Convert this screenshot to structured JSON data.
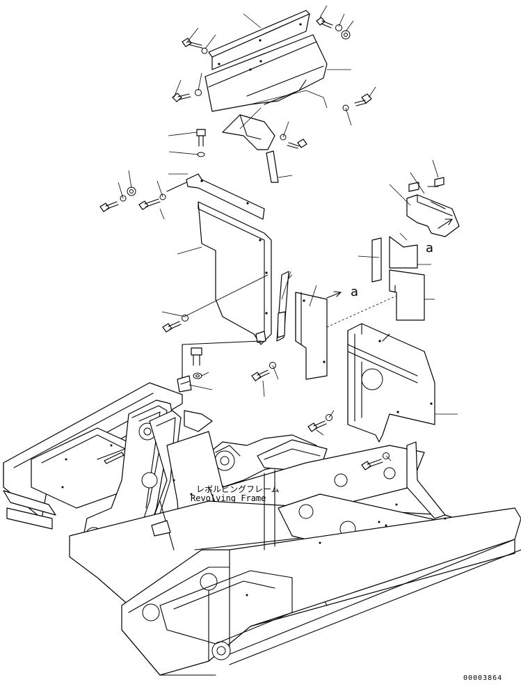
{
  "diagram": {
    "frame_label_jp": "レボルビングフレーム",
    "frame_label_en": "Revolving Frame",
    "ref_mark_1": "a",
    "ref_mark_2": "a",
    "drawing_number": "00003864"
  }
}
